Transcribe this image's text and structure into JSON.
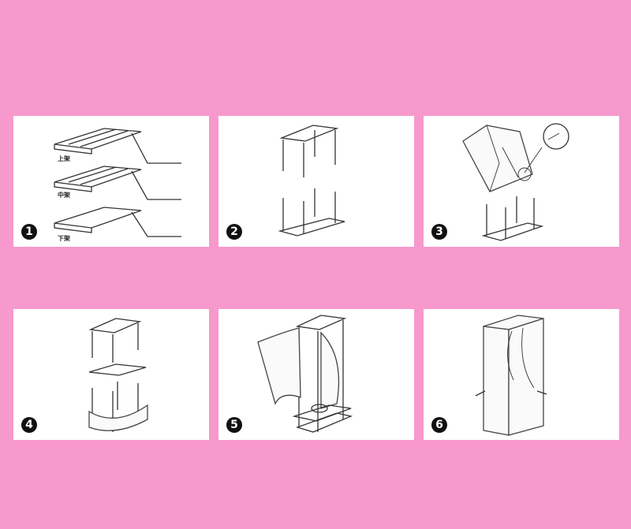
{
  "steps": [
    {
      "number": "1",
      "labels": {
        "top": "上架",
        "middle": "中架",
        "bottom": "下架"
      }
    },
    {
      "number": "2"
    },
    {
      "number": "3"
    },
    {
      "number": "4"
    },
    {
      "number": "5"
    },
    {
      "number": "6"
    }
  ],
  "colors": {
    "background": "#f799cc",
    "panel": "#ffffff",
    "line": "#333333"
  }
}
